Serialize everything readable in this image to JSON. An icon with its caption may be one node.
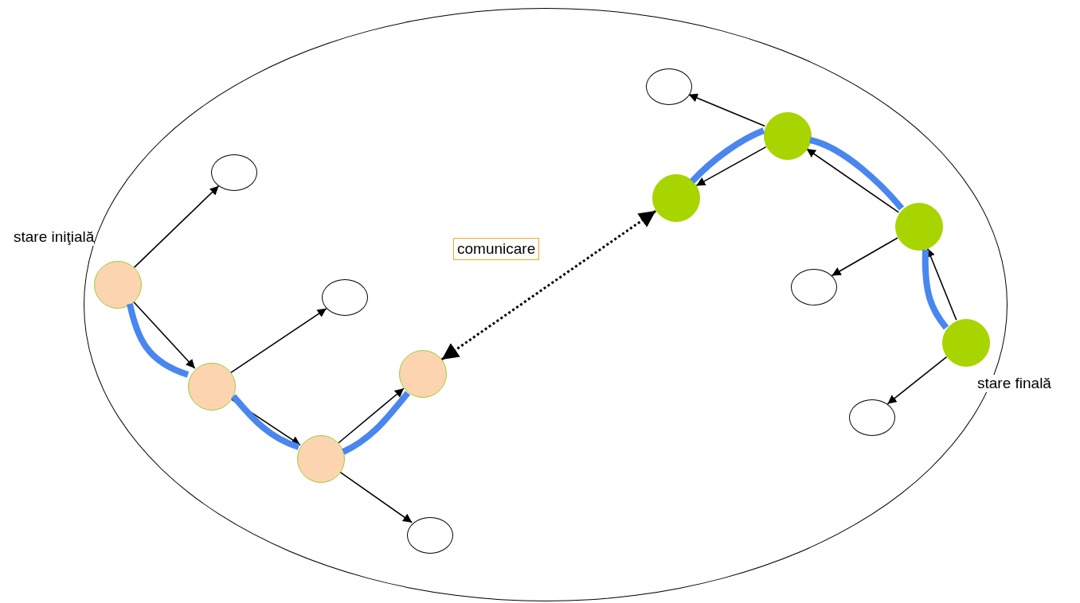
{
  "diagram": {
    "nodes": [
      {
        "text": [],
        "shape": "ellipse"
      },
      {
        "text": [],
        "shape": "circle",
        "in": 0,
        "beside": [
          "stare iniţială"
        ]
      },
      {
        "text": [],
        "shape": "ellipse",
        "in": 0
      },
      {
        "text": [],
        "shape": "circle",
        "in": 0
      },
      {
        "text": [],
        "shape": "ellipse",
        "in": 0
      },
      {
        "text": [],
        "shape": "circle",
        "in": 0
      },
      {
        "text": [],
        "shape": "circle",
        "in": 0
      },
      {
        "text": [],
        "shape": "ellipse",
        "in": 0
      },
      {
        "text": [],
        "shape": "ellipse",
        "in": 0
      },
      {
        "text": [],
        "shape": "circle",
        "in": 0
      },
      {
        "text": [],
        "shape": "circle",
        "in": 0
      },
      {
        "text": [],
        "shape": "circle",
        "in": 0
      },
      {
        "text": [],
        "shape": "ellipse",
        "in": 0
      },
      {
        "text": [],
        "shape": "circle",
        "in": 0,
        "beside": [
          "stare finală"
        ]
      },
      {
        "text": [],
        "shape": "ellipse",
        "in": 0
      }
    ],
    "edges": [
      {
        "from": 1,
        "to": 2,
        "arrow": "to"
      },
      {
        "from": 1,
        "to": 3,
        "arrow": "to"
      },
      {
        "from": 3,
        "to": 4,
        "arrow": "to"
      },
      {
        "from": 3,
        "to": 5,
        "arrow": "to"
      },
      {
        "from": 5,
        "to": 6,
        "arrow": "to"
      },
      {
        "from": 5,
        "to": 7,
        "arrow": "to"
      },
      {
        "from": 6,
        "to": 10,
        "arrow": "both",
        "style": "dashed",
        "label": "comunicare"
      },
      {
        "from": 9,
        "to": 8,
        "arrow": "to"
      },
      {
        "from": 9,
        "to": 10,
        "arrow": "to"
      },
      {
        "from": 11,
        "to": 9,
        "arrow": "to"
      },
      {
        "from": 11,
        "to": 12,
        "arrow": "to"
      },
      {
        "from": 13,
        "to": 11,
        "arrow": "to"
      },
      {
        "from": 13,
        "to": 14,
        "arrow": "to"
      },
      {
        "from": 1,
        "to": 3,
        "arrow": "none",
        "style": "thick",
        "color": "#4a86f0"
      },
      {
        "from": 3,
        "to": 5,
        "arrow": "none",
        "style": "thick",
        "color": "#4a86f0"
      },
      {
        "from": 5,
        "to": 6,
        "arrow": "none",
        "style": "thick",
        "color": "#4a86f0"
      },
      {
        "from": 13,
        "to": 11,
        "arrow": "none",
        "style": "thick",
        "color": "#4a86f0"
      },
      {
        "from": 11,
        "to": 9,
        "arrow": "none",
        "style": "thick",
        "color": "#4a86f0"
      },
      {
        "from": 9,
        "to": 10,
        "arrow": "none",
        "style": "thick",
        "color": "#4a86f0"
      }
    ]
  }
}
